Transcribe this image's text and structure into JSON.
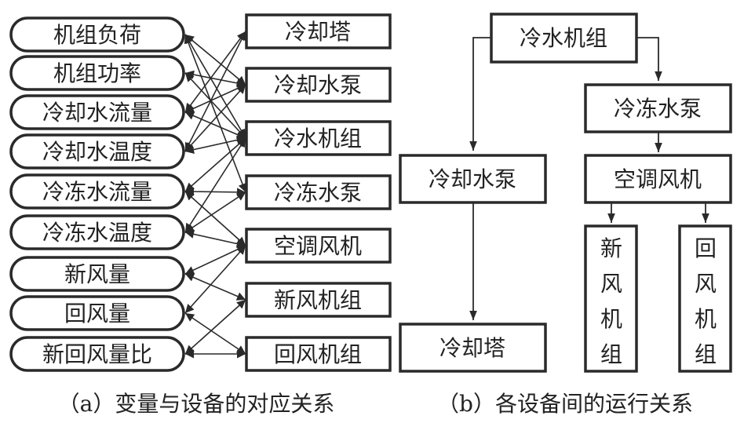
{
  "panel_a": {
    "caption": "（a）变量与设备的对应关系",
    "variables": [
      "机组负荷",
      "机组功率",
      "冷却水流量",
      "冷却水温度",
      "冷冻水流量",
      "冷冻水温度",
      "新风量",
      "回风量",
      "新回风量比"
    ],
    "equipment": [
      "冷却塔",
      "冷却水泵",
      "冷水机组",
      "冷冻水泵",
      "空调风机",
      "新风机组",
      "回风机组"
    ],
    "links": [
      {
        "variable": "机组负荷",
        "equipment": [
          "冷却水泵",
          "冷水机组",
          "冷冻水泵"
        ]
      },
      {
        "variable": "机组功率",
        "equipment": [
          "冷却水泵",
          "冷水机组"
        ]
      },
      {
        "variable": "冷却水流量",
        "equipment": [
          "冷却塔",
          "冷却水泵",
          "冷水机组"
        ]
      },
      {
        "variable": "冷却水温度",
        "equipment": [
          "冷却塔",
          "冷却水泵",
          "冷水机组"
        ]
      },
      {
        "variable": "冷冻水流量",
        "equipment": [
          "冷水机组",
          "冷冻水泵",
          "空调风机"
        ]
      },
      {
        "variable": "冷冻水温度",
        "equipment": [
          "冷水机组",
          "冷冻水泵",
          "空调风机"
        ]
      },
      {
        "variable": "新风量",
        "equipment": [
          "空调风机",
          "新风机组"
        ]
      },
      {
        "variable": "回风量",
        "equipment": [
          "空调风机",
          "回风机组"
        ]
      },
      {
        "variable": "新回风量比",
        "equipment": [
          "新风机组",
          "回风机组"
        ]
      }
    ],
    "link_style": "bidirectional-arrow"
  },
  "panel_b": {
    "caption": "（b）各设备间的运行关系",
    "nodes": {
      "chiller": "冷水机组",
      "chilled_pump": "冷冻水泵",
      "cooling_pump": "冷却水泵",
      "ahu_fan": "空调风机",
      "cooling_tower": "冷却塔",
      "fresh_air_unit": [
        "新",
        "风",
        "机",
        "组"
      ],
      "return_air_unit": [
        "回",
        "风",
        "机",
        "组"
      ]
    },
    "flows": [
      {
        "from": "冷水机组",
        "to": "冷却水泵"
      },
      {
        "from": "冷水机组",
        "to": "冷冻水泵"
      },
      {
        "from": "冷冻水泵",
        "to": "空调风机"
      },
      {
        "from": "冷却水泵",
        "to": "冷却塔"
      },
      {
        "from": "空调风机",
        "to": "新风机组"
      },
      {
        "from": "空调风机",
        "to": "回风机组"
      }
    ]
  }
}
